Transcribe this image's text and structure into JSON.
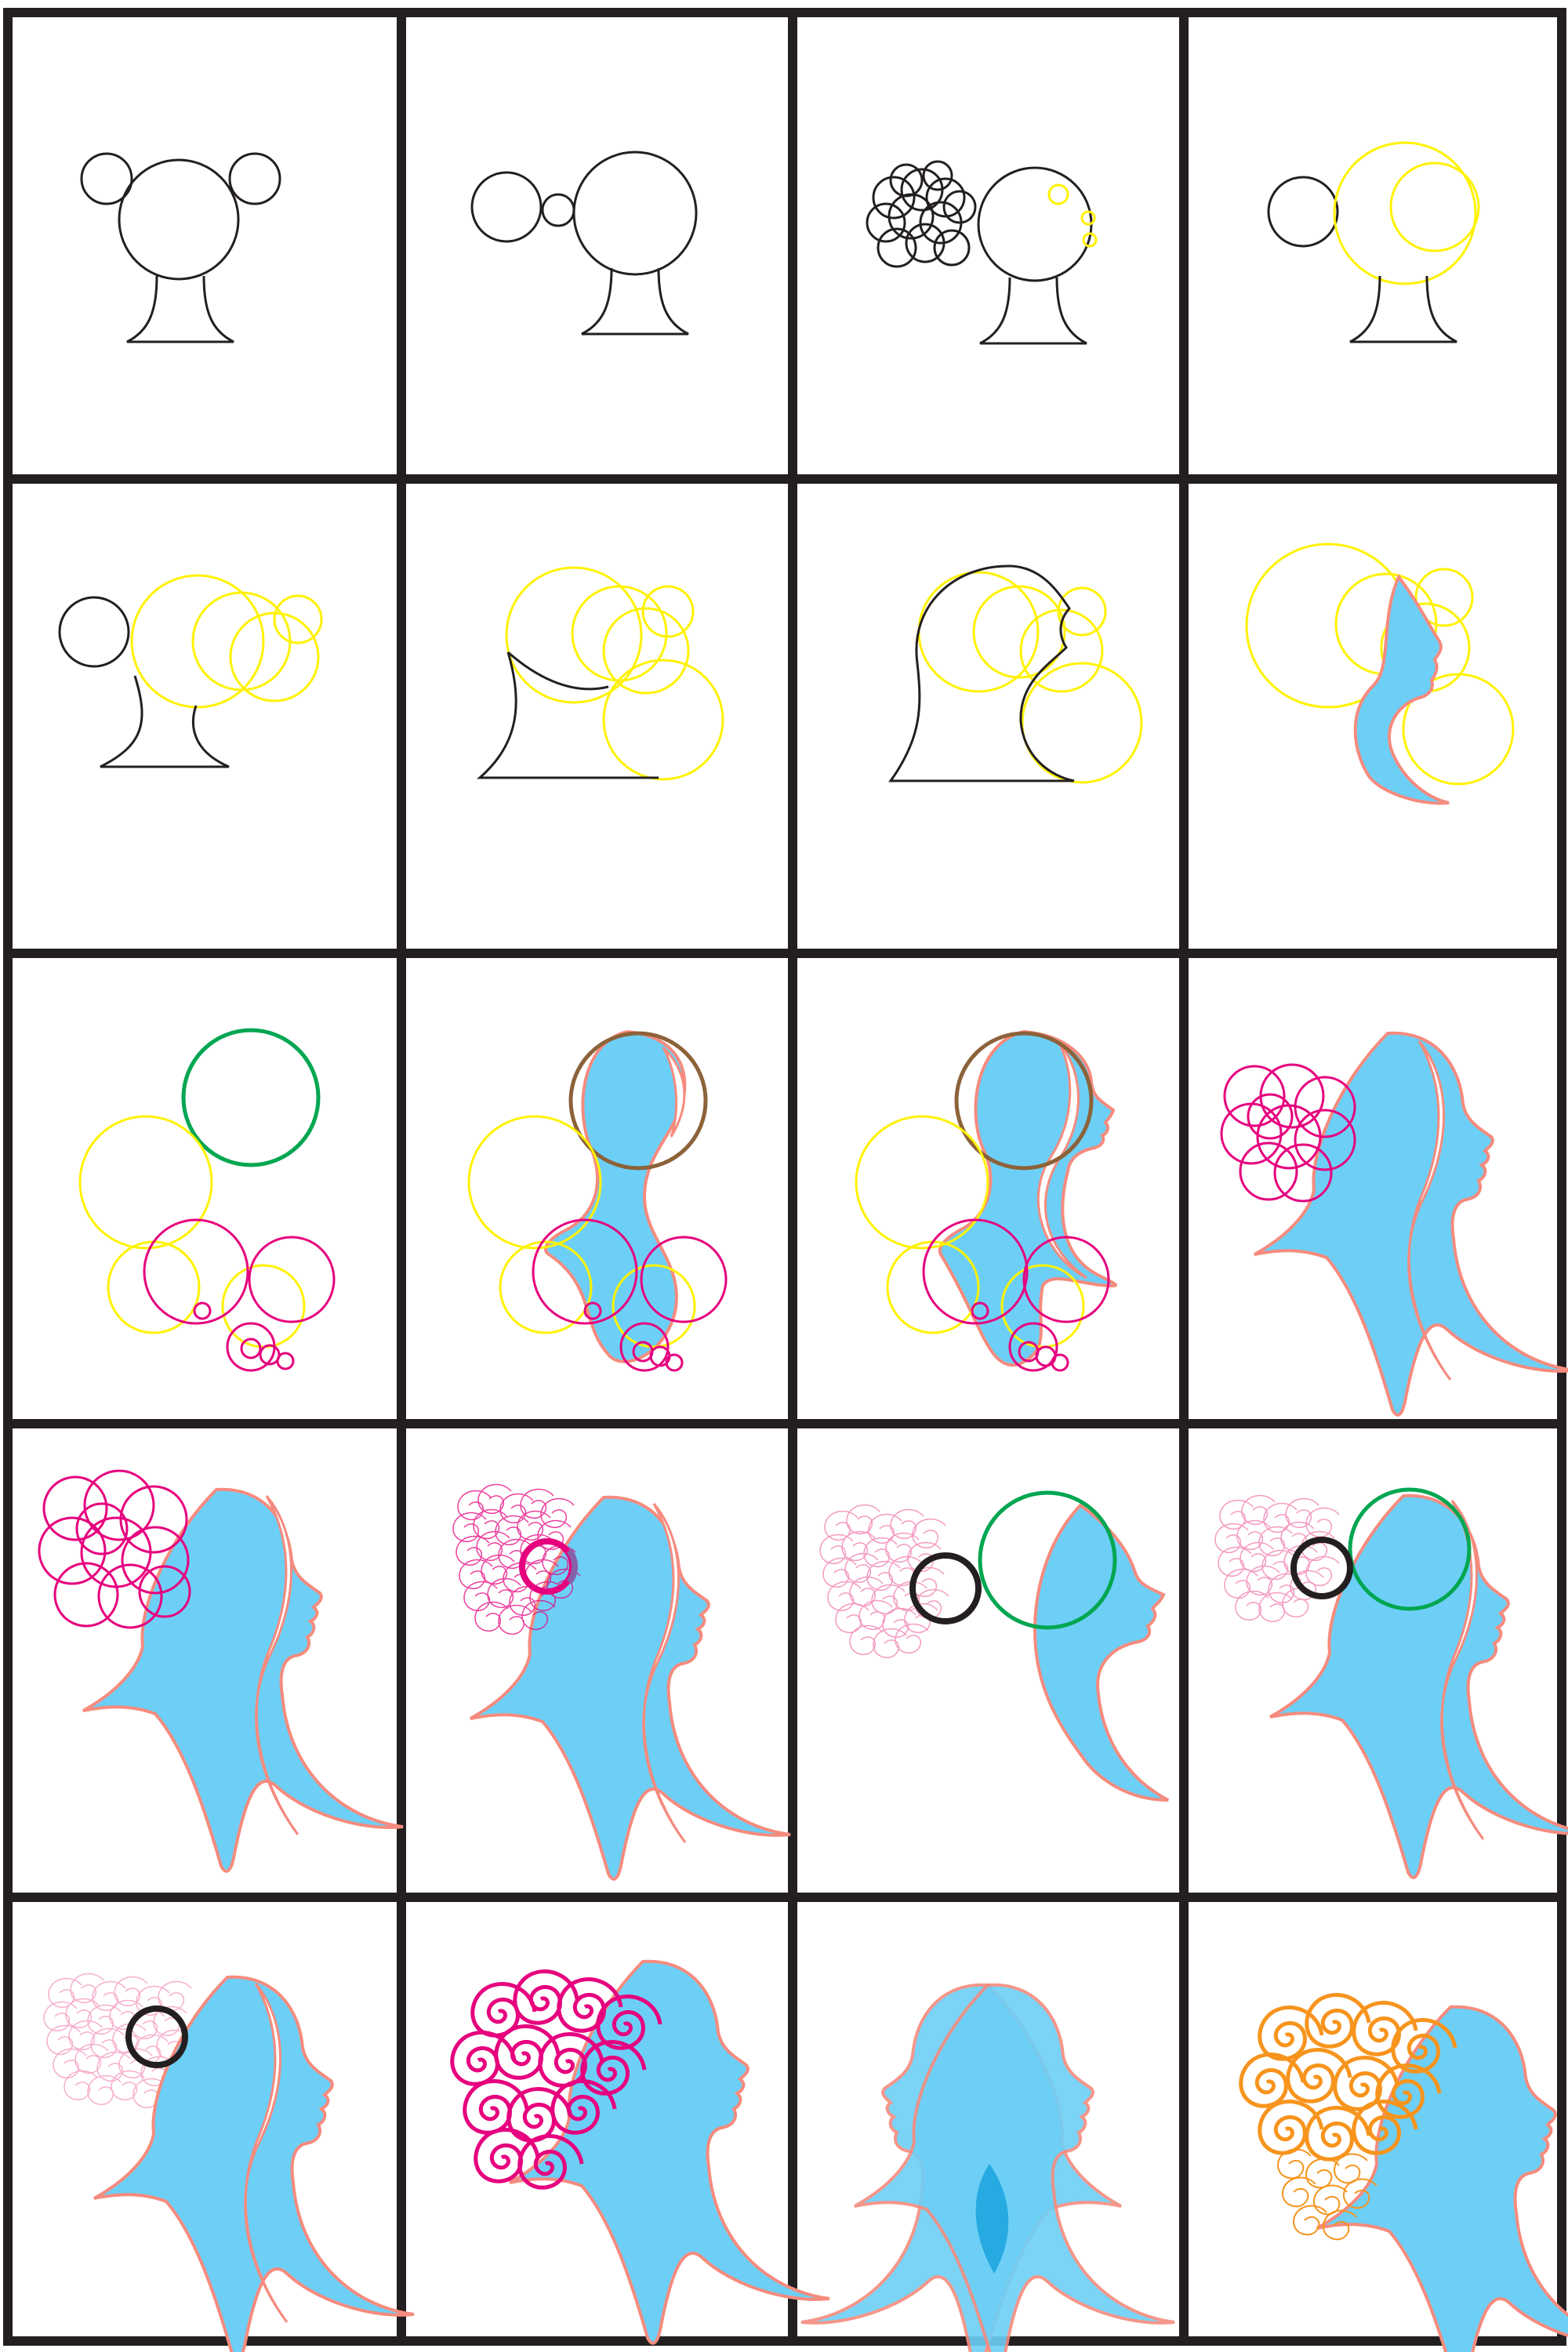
{
  "grid": {
    "rows": 5,
    "columns": 4
  },
  "colors": {
    "frame": "#231f20",
    "sketch": "#231f20",
    "guide_yellow": "#fff200",
    "guide_green": "#00a651",
    "guide_magenta": "#e6007e",
    "silhouette_fill": "#6dcff6",
    "silhouette_stroke": "#f58b7e",
    "overlap_fill": "#27aae1",
    "curl_orange": "#f7941d",
    "curl_pink": "#f49ac1",
    "marker_purple": "#8560a8"
  },
  "steps": [
    {
      "step": 1,
      "shows": "head-and-neck-sketch-with-two-buns"
    },
    {
      "step": 2,
      "shows": "head-with-side-buns"
    },
    {
      "step": 3,
      "shows": "head-with-circle-cluster-bun"
    },
    {
      "step": 4,
      "shows": "yellow-guide-circles-over-head"
    },
    {
      "step": 5,
      "shows": "multiple-yellow-guide-circles"
    },
    {
      "step": 6,
      "shows": "neck-with-yellow-circles"
    },
    {
      "step": 7,
      "shows": "profile-outline-forming"
    },
    {
      "step": 8,
      "shows": "first-blue-profile-shape"
    },
    {
      "step": 9,
      "shows": "green-yellow-magenta-guides"
    },
    {
      "step": 10,
      "shows": "blue-fill-inside-guides"
    },
    {
      "step": 11,
      "shows": "two-tone-profile-with-guides"
    },
    {
      "step": 12,
      "shows": "profile-with-magenta-circles"
    },
    {
      "step": 13,
      "shows": "profile-with-large-circle-cluster"
    },
    {
      "step": 14,
      "shows": "profile-with-pink-curls-and-marker"
    },
    {
      "step": 15,
      "shows": "profile-with-green-circle"
    },
    {
      "step": 16,
      "shows": "profile-with-green-and-black-circles"
    },
    {
      "step": 17,
      "shows": "profile-with-faint-curls"
    },
    {
      "step": 18,
      "shows": "profile-with-magenta-curls"
    },
    {
      "step": 19,
      "shows": "mirrored-profiles"
    },
    {
      "step": 20,
      "shows": "profile-with-orange-curls"
    }
  ]
}
